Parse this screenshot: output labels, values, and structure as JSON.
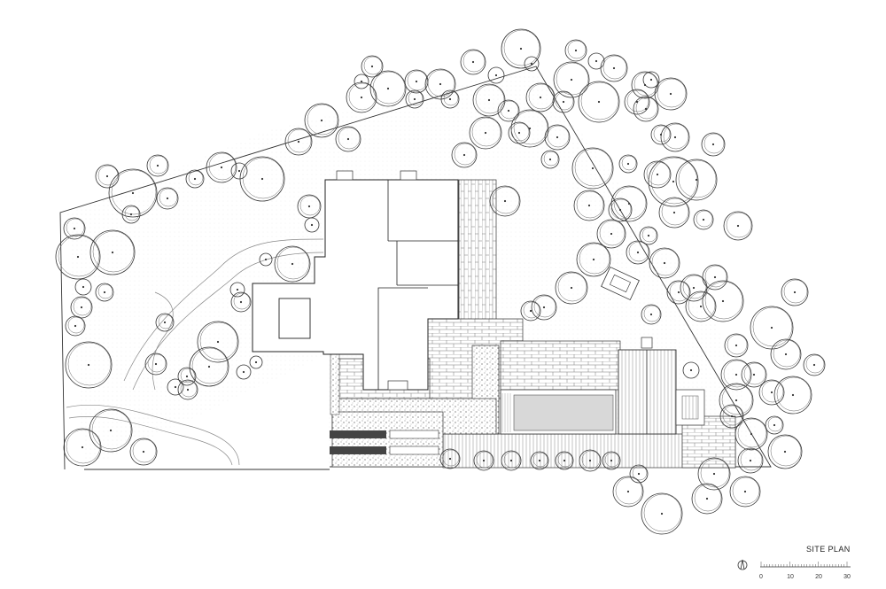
{
  "title": "SITE PLAN",
  "scale_bar": {
    "ticks": [
      "0",
      "10",
      "20",
      "30"
    ]
  },
  "icons": [
    "north-arrow-icon",
    "tree-icon"
  ],
  "colors": {
    "line": "#333333",
    "hatch": "#555555",
    "pool": "#d8d8d8",
    "planter": "#444444",
    "background": "#ffffff"
  }
}
